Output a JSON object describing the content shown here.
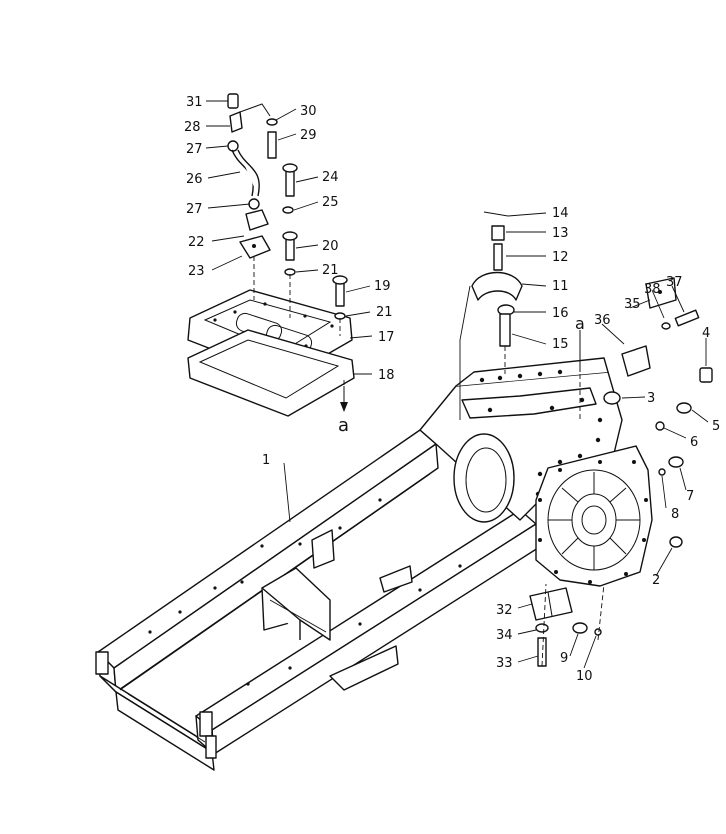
{
  "callouts": [
    {
      "id": "1",
      "text": "1"
    },
    {
      "id": "2",
      "text": "2"
    },
    {
      "id": "3",
      "text": "3"
    },
    {
      "id": "4",
      "text": "4"
    },
    {
      "id": "5",
      "text": "5"
    },
    {
      "id": "6",
      "text": "6"
    },
    {
      "id": "7",
      "text": "7"
    },
    {
      "id": "8",
      "text": "8"
    },
    {
      "id": "9",
      "text": "9"
    },
    {
      "id": "10",
      "text": "10"
    },
    {
      "id": "11",
      "text": "11"
    },
    {
      "id": "12",
      "text": "12"
    },
    {
      "id": "13",
      "text": "13"
    },
    {
      "id": "14",
      "text": "14"
    },
    {
      "id": "15",
      "text": "15"
    },
    {
      "id": "16",
      "text": "16"
    },
    {
      "id": "17",
      "text": "17"
    },
    {
      "id": "18",
      "text": "18"
    },
    {
      "id": "19",
      "text": "19"
    },
    {
      "id": "20",
      "text": "20"
    },
    {
      "id": "21a",
      "text": "21"
    },
    {
      "id": "21b",
      "text": "21"
    },
    {
      "id": "22",
      "text": "22"
    },
    {
      "id": "23",
      "text": "23"
    },
    {
      "id": "24",
      "text": "24"
    },
    {
      "id": "25",
      "text": "25"
    },
    {
      "id": "26",
      "text": "26"
    },
    {
      "id": "27a",
      "text": "27"
    },
    {
      "id": "27b",
      "text": "27"
    },
    {
      "id": "28",
      "text": "28"
    },
    {
      "id": "29",
      "text": "29"
    },
    {
      "id": "30",
      "text": "30"
    },
    {
      "id": "31",
      "text": "31"
    },
    {
      "id": "32",
      "text": "32"
    },
    {
      "id": "33",
      "text": "33"
    },
    {
      "id": "34",
      "text": "34"
    },
    {
      "id": "35",
      "text": "35"
    },
    {
      "id": "36",
      "text": "36"
    },
    {
      "id": "37",
      "text": "37"
    },
    {
      "id": "38",
      "text": "38"
    }
  ],
  "reference_marks": [
    {
      "id": "a_top",
      "text": "a"
    },
    {
      "id": "a_bottom",
      "text": "a"
    }
  ]
}
